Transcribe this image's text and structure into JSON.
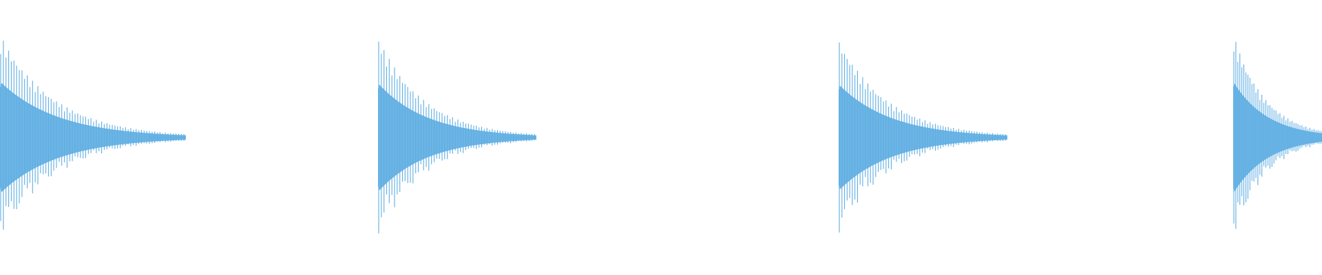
{
  "waveform": {
    "color": "#5dade2",
    "background": "#ffffff",
    "note": "",
    "bursts": [
      {
        "peak_amplitude": 1.0,
        "decay": "exponential",
        "cycles": 70
      },
      {
        "peak_amplitude": 0.97,
        "decay": "exponential",
        "cycles": 60
      },
      {
        "peak_amplitude": 0.95,
        "decay": "exponential",
        "cycles": 65
      },
      {
        "peak_amplitude": 1.0,
        "decay": "exponential",
        "cycles": 55,
        "clipped_at_right_edge": true
      }
    ]
  }
}
